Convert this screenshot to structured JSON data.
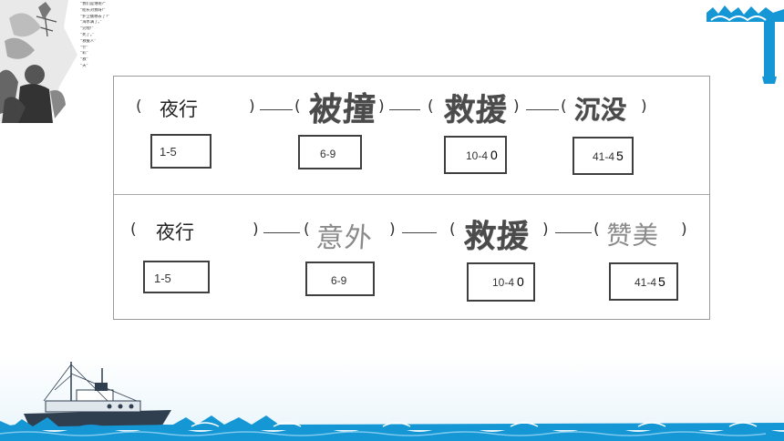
{
  "corner": {
    "notes": [
      "“我们是谁呢?”",
      "“船长对我呀!”",
      "“护卫舰哪去了?”",
      "“海水满了。”",
      "“完啦!”",
      "“死了。”",
      "“救援人”",
      "“什”",
      "“彩”",
      "“救”",
      "“天”"
    ]
  },
  "worksheet": {
    "rows": [
      {
        "printed_first": "夜行",
        "answers": [
          "被撞",
          "救援",
          "沉没"
        ],
        "ranges": [
          "1-5",
          "6-9",
          "10-4",
          "41-4"
        ],
        "added_digits": [
          "",
          "",
          "0",
          "5"
        ]
      },
      {
        "printed_first": "夜行",
        "answers": [
          "意外",
          "救援",
          "赞美"
        ],
        "ranges": [
          "1-5",
          "6-9",
          "10-4",
          "41-4"
        ],
        "added_digits": [
          "",
          "",
          "0",
          "5"
        ]
      }
    ],
    "paren_open": "(",
    "paren_close": ")"
  },
  "colors": {
    "wave_blue": "#1597d6",
    "ship_hull": "#2f3f4f"
  }
}
